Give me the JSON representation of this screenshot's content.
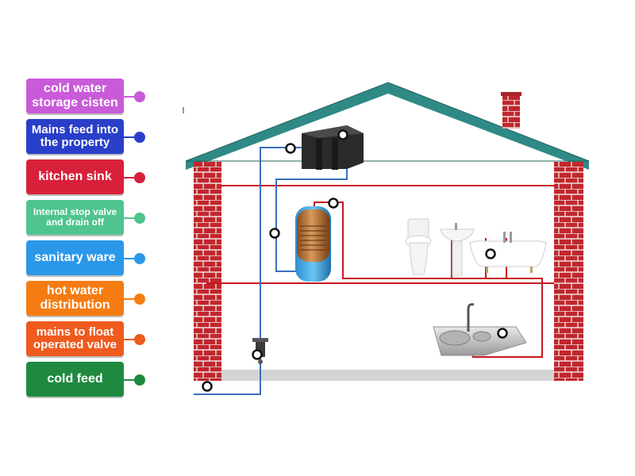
{
  "labels": [
    {
      "id": "cold-water-storage",
      "lines": [
        "cold water",
        "storage cisten"
      ],
      "color": "#c95bd9",
      "dot": "#c95bd9"
    },
    {
      "id": "mains-feed",
      "lines": [
        "Mains feed into",
        "the property"
      ],
      "color": "#2a3fc9",
      "dot": "#2a3fc9"
    },
    {
      "id": "kitchen-sink",
      "lines": [
        "kitchen sink"
      ],
      "color": "#d9203a",
      "dot": "#d9203a"
    },
    {
      "id": "internal-stop-valve",
      "lines": [
        "Internal stop valve",
        "and drain off"
      ],
      "color": "#4fc48f",
      "dot": "#4fc48f"
    },
    {
      "id": "sanitary-ware",
      "lines": [
        "sanitary ware"
      ],
      "color": "#2b97e8",
      "dot": "#2b97e8"
    },
    {
      "id": "hot-water-distribution",
      "lines": [
        "hot water",
        "distribution"
      ],
      "color": "#f57c12",
      "dot": "#f57c12"
    },
    {
      "id": "mains-to-float-valve",
      "lines": [
        "mains to float",
        "operated valve"
      ],
      "color": "#ef5a1e",
      "dot": "#ef5a1e"
    },
    {
      "id": "cold-feed",
      "lines": [
        "cold feed"
      ],
      "color": "#1f8a3f",
      "dot": "#1f8a3f"
    }
  ],
  "colors": {
    "roof": "#2f8a86",
    "brick": "#c0272d",
    "pipe_cold": "#3a70c0",
    "pipe_hot": "#c8161f",
    "floor": "#d4d4d4",
    "tank": "#2a2a2a",
    "cylinder": "#b06a2e"
  }
}
